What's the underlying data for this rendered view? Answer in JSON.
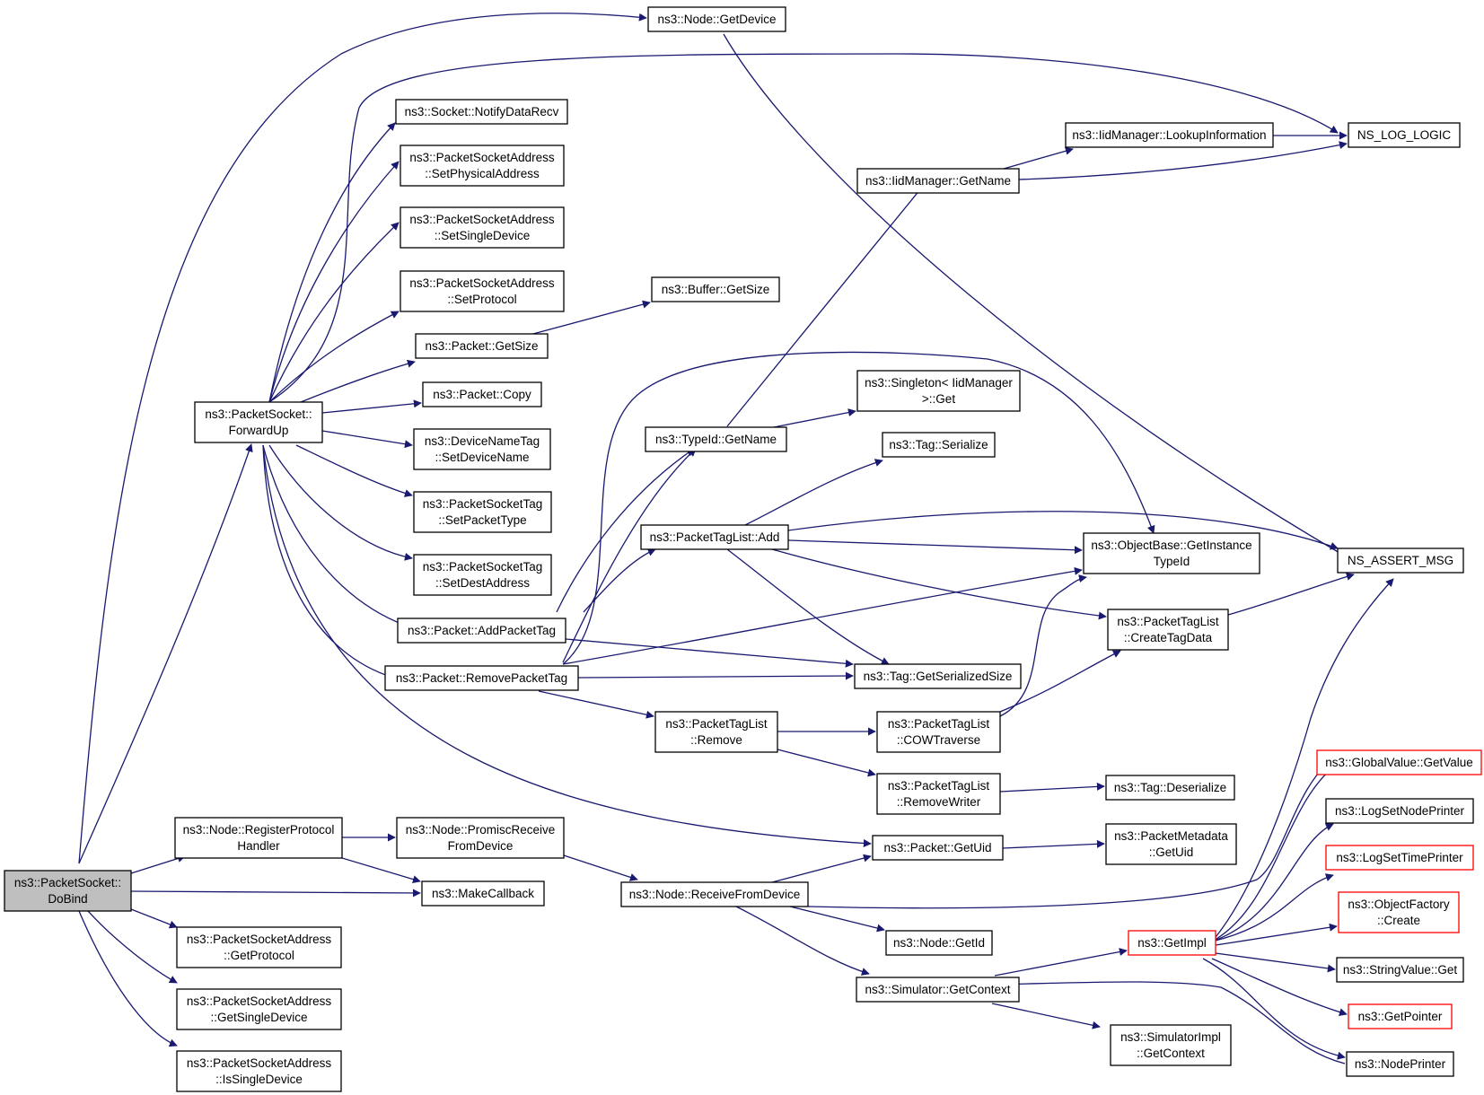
{
  "nodes": {
    "dobind": [
      "ns3::PacketSocket::",
      "DoBind"
    ],
    "forwardup": [
      "ns3::PacketSocket::",
      "ForwardUp"
    ],
    "regproto": [
      "ns3::Node::RegisterProtocol",
      "Handler"
    ],
    "makecallback": [
      "ns3::MakeCallback"
    ],
    "getprotocol": [
      "ns3::PacketSocketAddress",
      "::GetProtocol"
    ],
    "getsingledevice": [
      "ns3::PacketSocketAddress",
      "::GetSingleDevice"
    ],
    "issingledevice": [
      "ns3::PacketSocketAddress",
      "::IsSingleDevice"
    ],
    "promisc": [
      "ns3::Node::PromiscReceive",
      "FromDevice"
    ],
    "receivefromdevice": [
      "ns3::Node::ReceiveFromDevice"
    ],
    "getdevice": [
      "ns3::Node::GetDevice"
    ],
    "notifydatarecv": [
      "ns3::Socket::NotifyDataRecv"
    ],
    "setphysaddr": [
      "ns3::PacketSocketAddress",
      "::SetPhysicalAddress"
    ],
    "setsingledevice": [
      "ns3::PacketSocketAddress",
      "::SetSingleDevice"
    ],
    "setprotocol": [
      "ns3::PacketSocketAddress",
      "::SetProtocol"
    ],
    "packetgetsize": [
      "ns3::Packet::GetSize"
    ],
    "packetcopy": [
      "ns3::Packet::Copy"
    ],
    "setdevicename": [
      "ns3::DeviceNameTag",
      "::SetDeviceName"
    ],
    "setpackettype": [
      "ns3::PacketSocketTag",
      "::SetPacketType"
    ],
    "setdestaddr": [
      "ns3::PacketSocketTag",
      "::SetDestAddress"
    ],
    "addpackettag": [
      "ns3::Packet::AddPacketTag"
    ],
    "removepackettag": [
      "ns3::Packet::RemovePacketTag"
    ],
    "buffergetsize": [
      "ns3::Buffer::GetSize"
    ],
    "typeidgetname": [
      "ns3::TypeId::GetName"
    ],
    "packettaglistadd": [
      "ns3::PacketTagList::Add"
    ],
    "packettaglistremove": [
      "ns3::PacketTagList",
      "::Remove"
    ],
    "iidgetname": [
      "ns3::IidManager::GetName"
    ],
    "iidlookup": [
      "ns3::IidManager::LookupInformation"
    ],
    "singletonget": [
      "ns3::Singleton< IidManager",
      ">::Get"
    ],
    "tagserialize": [
      "ns3::Tag::Serialize"
    ],
    "objectbase": [
      "ns3::ObjectBase::GetInstance",
      "TypeId"
    ],
    "createtagdata": [
      "ns3::PacketTagList",
      "::CreateTagData"
    ],
    "taggetserializedsize": [
      "ns3::Tag::GetSerializedSize"
    ],
    "cowtraverse": [
      "ns3::PacketTagList",
      "::COWTraverse"
    ],
    "removewriter": [
      "ns3::PacketTagList",
      "::RemoveWriter"
    ],
    "tagdeserialize": [
      "ns3::Tag::Deserialize"
    ],
    "packetgetuid": [
      "ns3::Packet::GetUid"
    ],
    "metadatagetuid": [
      "ns3::PacketMetadata",
      "::GetUid"
    ],
    "nodegetid": [
      "ns3::Node::GetId"
    ],
    "simgetcontext": [
      "ns3::Simulator::GetContext"
    ],
    "getimpl": [
      "ns3::GetImpl"
    ],
    "simimplgetcontext": [
      "ns3::SimulatorImpl",
      "::GetContext"
    ],
    "nslogic": [
      "NS_LOG_LOGIC"
    ],
    "nsassert": [
      "NS_ASSERT_MSG"
    ],
    "globalvalue": [
      "ns3::GlobalValue::GetValue"
    ],
    "lognodeprinter": [
      "ns3::LogSetNodePrinter"
    ],
    "logtimeprinter": [
      "ns3::LogSetTimePrinter"
    ],
    "objectfactory": [
      "ns3::ObjectFactory",
      "::Create"
    ],
    "stringvalue": [
      "ns3::StringValue::Get"
    ],
    "getpointer": [
      "ns3::GetPointer"
    ],
    "nodeprinter": [
      "ns3::NodePrinter"
    ]
  }
}
